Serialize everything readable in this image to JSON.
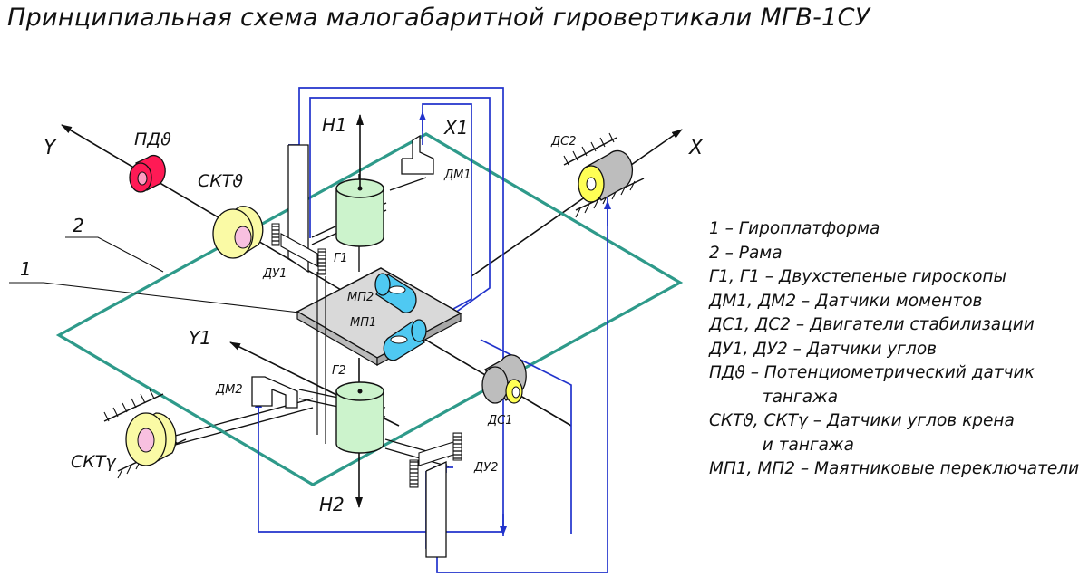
{
  "title": "Принципиальная схема малогабаритной гировертикали МГВ-1СУ",
  "labels": {
    "axis_y": "Y",
    "axis_x": "X",
    "axis_h1": "Н1",
    "axis_x1": "Х1",
    "axis_y1": "Y1",
    "axis_h2": "Н2",
    "pd": "ПДϑ",
    "skt_top": "СКТϑ",
    "skt_bottom": "СКТγ",
    "ds2": "ДС2",
    "ds1": "ДС1",
    "dm1": "ДМ1",
    "dm2": "ДМ2",
    "du1": "ДУ1",
    "du2": "ДУ2",
    "g1": "Г1",
    "g2": "Г2",
    "mp2": "МП2",
    "mp1": "МП1",
    "callout_2": "2",
    "callout_1": "1"
  },
  "legend": [
    "1 – Гироплатформа",
    "2 – Рама",
    "Г1, Г1 – Двухстепеные гироскопы",
    "ДМ1, ДМ2 – Датчики моментов",
    "ДС1, ДС2 – Двигатели стабилизации",
    "ДУ1, ДУ2 – Датчики углов",
    "ПДϑ – Потенциометрический датчик",
    "          тангажа",
    "СКТϑ, СКТγ – Датчики углов крена",
    "          и тангажа",
    "МП1, МП2 – Маятниковые переключатели"
  ],
  "colors": {
    "frame": "#2e9a8a",
    "wire": "#2233cc",
    "gyro": "#ccf3cc",
    "switch": "#4fc9f2",
    "pd": "#ff1a55",
    "skt": "#fafaa5",
    "ds": "#bdbdbd",
    "platform": "#d9d9d9"
  }
}
